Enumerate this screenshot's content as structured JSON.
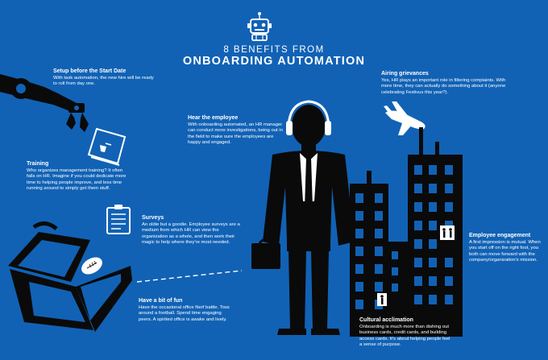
{
  "header": {
    "title_line1": "8 BENEFITS FROM",
    "title_line2": "ONBOARDING AUTOMATION"
  },
  "icons": {
    "robot": "robot-icon",
    "robotic_arm": "robotic-arm-icon",
    "book": "book-icon",
    "clipboard": "clipboard-icon",
    "airplane": "airplane-icon",
    "businessman": "businessman-with-headphones-icon",
    "city": "city-buildings-icon",
    "briefcase": "open-briefcase-icon",
    "football": "football-icon"
  },
  "colors": {
    "background": "#1162b5",
    "silhouette": "#0a0a0a",
    "text": "#ffffff"
  },
  "benefits": [
    {
      "id": "setup",
      "heading": "Setup before the Start Date",
      "body": "With task automation, the new hire will be ready to roll from day one."
    },
    {
      "id": "training",
      "heading": "Training",
      "body": "Who organizes management training? It often falls on HR. Imagine if you could dedicate more time to helping people improve, and less time running around to simply get them stuff."
    },
    {
      "id": "hear",
      "heading": "Hear the employee",
      "body": "With onboarding automated, an HR manager can conduct more investigations, being out in the field to make sure the employees are happy and engaged."
    },
    {
      "id": "surveys",
      "heading": "Surveys",
      "body": "An oldie but a goodie. Employee surveys are a medium from which HR can view the organization as a whole, and then work their magic to help where they're most needed."
    },
    {
      "id": "fun",
      "heading": "Have a bit of fun",
      "body": "Have the occasional office Nerf battle. Toss around a football. Spend time engaging peers. A spirited office is awake and lively."
    },
    {
      "id": "airing",
      "heading": "Airing grievances",
      "body": "Yes, HR plays an important role in filtering complaints. With more time, they can actually do something about it (anyone celebrating Festivus this year?)."
    },
    {
      "id": "engagement",
      "heading": "Employee engagement",
      "body": "A first impression is mutual. When you start off on the right foot, you both can move forward with the company/organization's mission."
    },
    {
      "id": "cultural",
      "heading": "Cultural acclimation",
      "body": "Onboarding is much more than dishing out business cards, credit cards, and building access cards. It's about helping people feel a sense of purpose."
    }
  ]
}
